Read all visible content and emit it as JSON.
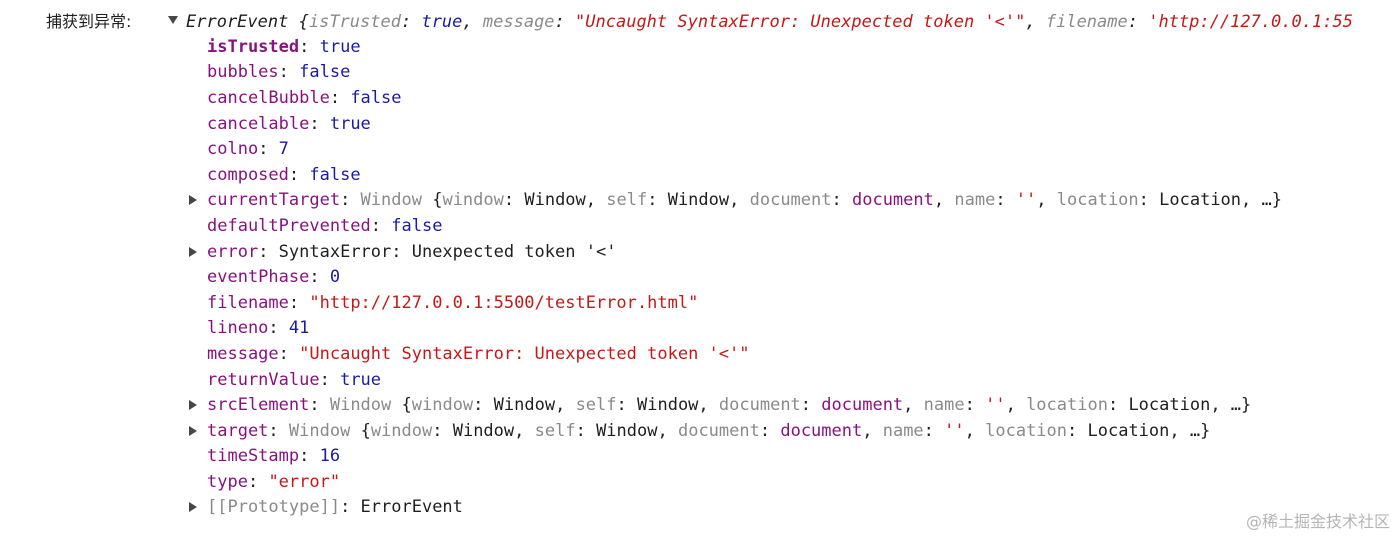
{
  "prefix": "捕获到异常:",
  "summary": {
    "class_name": "ErrorEvent",
    "open_brace": " {",
    "k1": "isTrusted",
    "v1": "true",
    "k2": "message",
    "v2": "\"Uncaught SyntaxError: Unexpected token '<'\"",
    "k3": "filename",
    "v3": "'http://127.0.0.1:55"
  },
  "props": {
    "isTrusted": {
      "key": "isTrusted",
      "value": "true"
    },
    "bubbles": {
      "key": "bubbles",
      "value": "false"
    },
    "cancelBubble": {
      "key": "cancelBubble",
      "value": "false"
    },
    "cancelable": {
      "key": "cancelable",
      "value": "true"
    },
    "colno": {
      "key": "colno",
      "value": "7"
    },
    "composed": {
      "key": "composed",
      "value": "false"
    },
    "currentTarget": {
      "key": "currentTarget"
    },
    "defaultPrevented": {
      "key": "defaultPrevented",
      "value": "false"
    },
    "error": {
      "key": "error",
      "value": "SyntaxError: Unexpected token '<'"
    },
    "eventPhase": {
      "key": "eventPhase",
      "value": "0"
    },
    "filename": {
      "key": "filename",
      "value": "\"http://127.0.0.1:5500/testError.html\""
    },
    "lineno": {
      "key": "lineno",
      "value": "41"
    },
    "message": {
      "key": "message",
      "value": "\"Uncaught SyntaxError: Unexpected token '<'\""
    },
    "returnValue": {
      "key": "returnValue",
      "value": "true"
    },
    "srcElement": {
      "key": "srcElement"
    },
    "target": {
      "key": "target"
    },
    "timeStamp": {
      "key": "timeStamp",
      "value": "16"
    },
    "type": {
      "key": "type",
      "value": "\"error\""
    },
    "prototype": {
      "key": "[[Prototype]]",
      "value": "ErrorEvent"
    }
  },
  "window_preview": {
    "type": "Window",
    "open": " {",
    "k_window": "window",
    "v_window": "Window",
    "k_self": "self",
    "v_self": "Window",
    "k_document": "document",
    "v_document": "document",
    "k_name": "name",
    "v_name": "''",
    "k_location": "location",
    "v_location": "Location",
    "tail": ", …}"
  },
  "watermark": "@稀土掘金技术社区"
}
